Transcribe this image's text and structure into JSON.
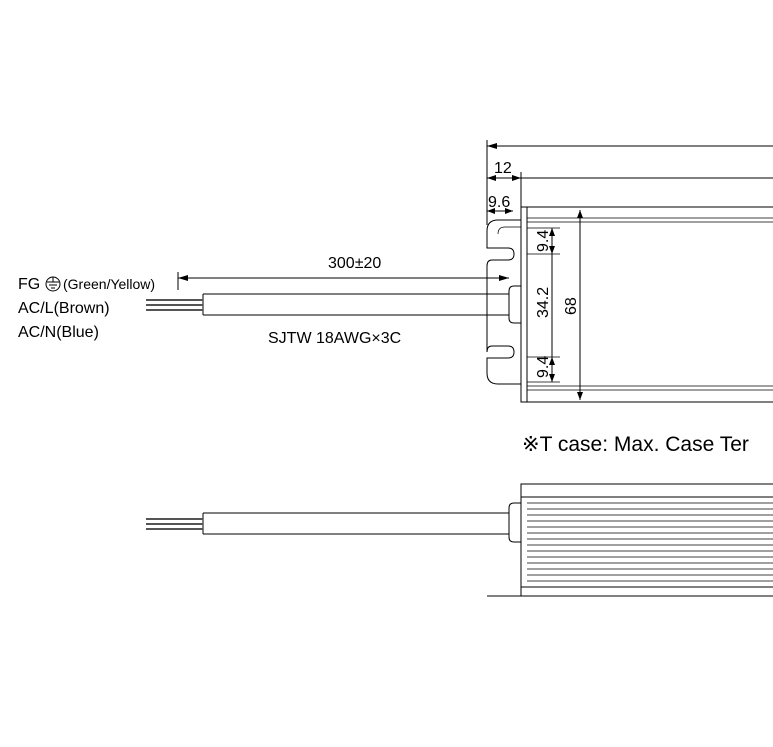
{
  "dimensions": {
    "cable_length": "300±20",
    "top_offset_12": "12",
    "top_offset_9_6": "9.6",
    "hole_upper": "9.4",
    "hole_center": "34.2",
    "hole_lower": "9.4",
    "case_height": "68"
  },
  "wires": {
    "fg": "FG",
    "fg_color": "(Green/Yellow)",
    "ac_l": "AC/L(Brown)",
    "ac_n": "AC/N(Blue)",
    "cable_spec": "SJTW 18AWG×3C"
  },
  "note": "※T case: Max. Case Ter",
  "icons": [
    "ground-symbol-icon"
  ]
}
